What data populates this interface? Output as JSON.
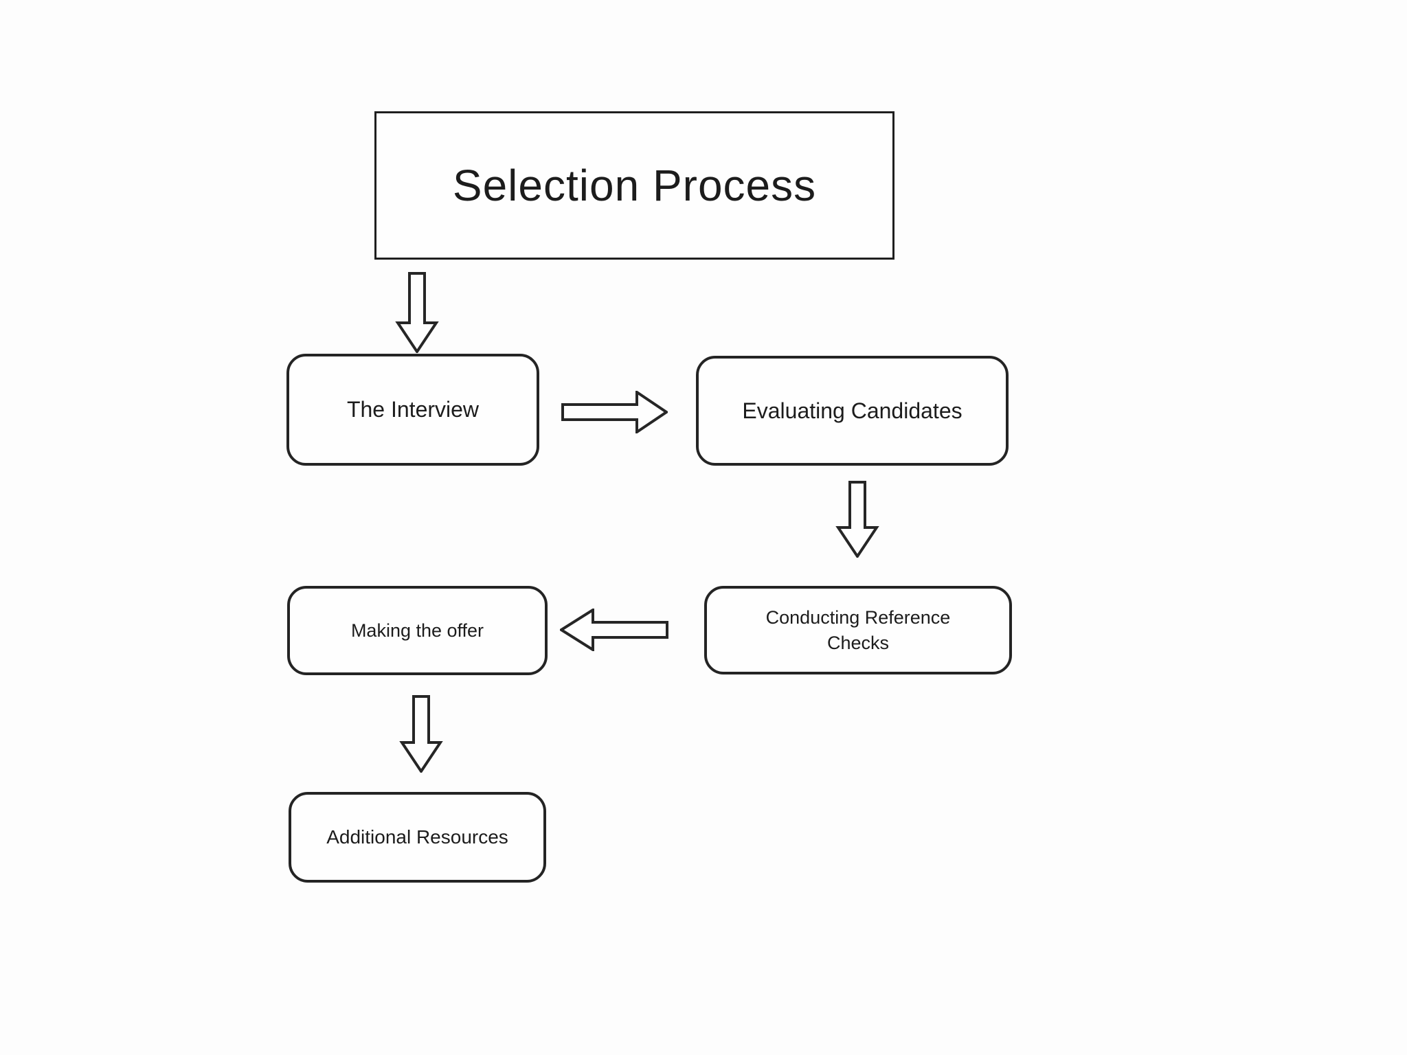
{
  "diagram": {
    "title": "Selection Process",
    "type": "flowchart",
    "nodes": [
      {
        "id": "selection-process",
        "label": "Selection Process",
        "shape": "rectangle"
      },
      {
        "id": "the-interview",
        "label": "The Interview",
        "shape": "rounded-rectangle"
      },
      {
        "id": "evaluating-candidates",
        "label": "Evaluating Candidates",
        "shape": "rounded-rectangle"
      },
      {
        "id": "conducting-reference-checks",
        "label": "Conducting Reference Checks",
        "shape": "rounded-rectangle"
      },
      {
        "id": "making-the-offer",
        "label": "Making the offer",
        "shape": "rounded-rectangle"
      },
      {
        "id": "additional-resources",
        "label": "Additional Resources",
        "shape": "rounded-rectangle"
      }
    ],
    "edges": [
      {
        "from": "selection-process",
        "to": "the-interview",
        "direction": "down",
        "style": "hollow-block-arrow"
      },
      {
        "from": "the-interview",
        "to": "evaluating-candidates",
        "direction": "right",
        "style": "hollow-block-arrow"
      },
      {
        "from": "evaluating-candidates",
        "to": "conducting-reference-checks",
        "direction": "down",
        "style": "hollow-block-arrow"
      },
      {
        "from": "conducting-reference-checks",
        "to": "making-the-offer",
        "direction": "left",
        "style": "hollow-block-arrow"
      },
      {
        "from": "making-the-offer",
        "to": "additional-resources",
        "direction": "down",
        "style": "hollow-block-arrow"
      }
    ],
    "colors": {
      "background": "#fdfdfd",
      "node_fill": "#fefefe",
      "node_border": "#242424",
      "text": "#1c1c1c"
    }
  }
}
